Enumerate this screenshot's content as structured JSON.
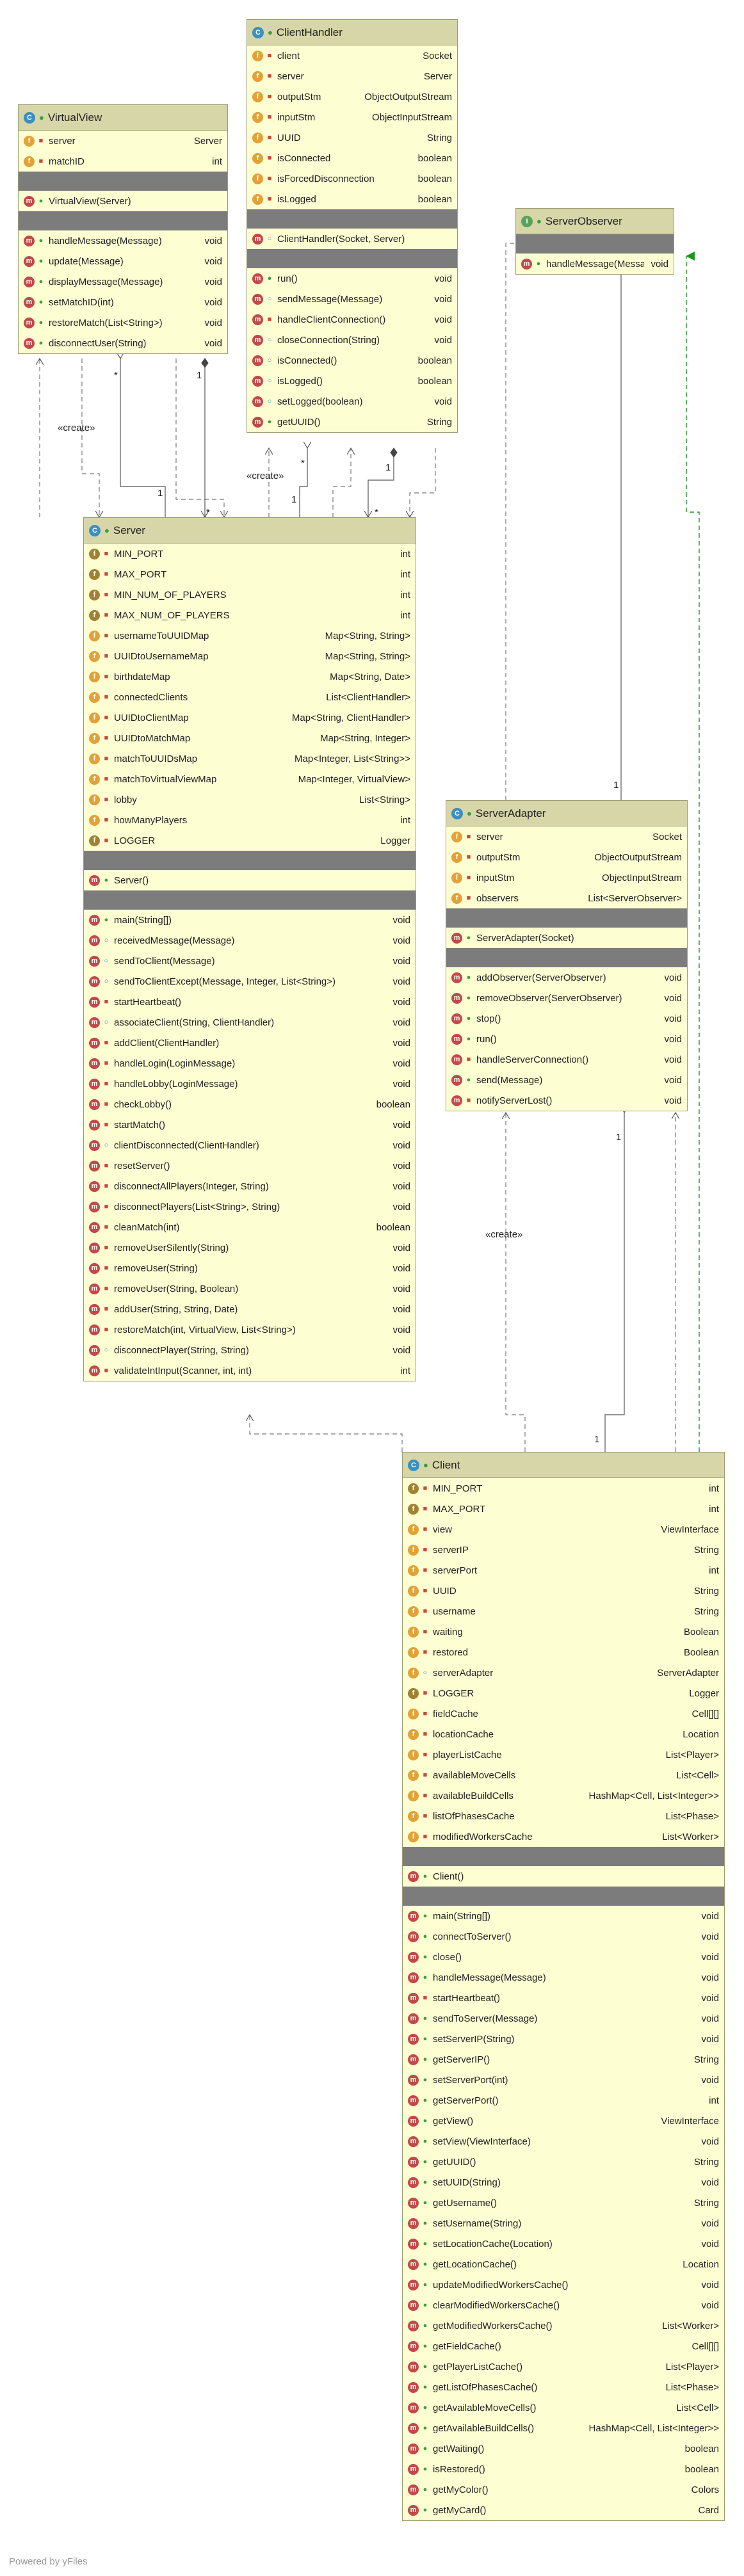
{
  "classes": {
    "client_handler": {
      "name": "ClientHandler",
      "kind": "C",
      "fields": [
        {
          "name": "client",
          "type": "Socket",
          "vis": "priv"
        },
        {
          "name": "server",
          "type": "Server",
          "vis": "priv"
        },
        {
          "name": "outputStm",
          "type": "ObjectOutputStream",
          "vis": "priv"
        },
        {
          "name": "inputStm",
          "type": "ObjectInputStream",
          "vis": "priv"
        },
        {
          "name": "UUID",
          "type": "String",
          "vis": "priv"
        },
        {
          "name": "isConnected",
          "type": "boolean",
          "vis": "priv"
        },
        {
          "name": "isForcedDisconnection",
          "type": "boolean",
          "vis": "priv"
        },
        {
          "name": "isLogged",
          "type": "boolean",
          "vis": "priv"
        }
      ],
      "ctors": [
        {
          "name": "ClientHandler(Socket, Server)",
          "type": "",
          "vis": "pkg"
        }
      ],
      "methods": [
        {
          "name": "run()",
          "type": "void",
          "vis": "pub"
        },
        {
          "name": "sendMessage(Message)",
          "type": "void",
          "vis": "pkg"
        },
        {
          "name": "handleClientConnection()",
          "type": "void",
          "vis": "priv"
        },
        {
          "name": "closeConnection(String)",
          "type": "void",
          "vis": "pkg"
        },
        {
          "name": "isConnected()",
          "type": "boolean",
          "vis": "pkg"
        },
        {
          "name": "isLogged()",
          "type": "boolean",
          "vis": "pkg"
        },
        {
          "name": "setLogged(boolean)",
          "type": "void",
          "vis": "pkg"
        },
        {
          "name": "getUUID()",
          "type": "String",
          "vis": "pub"
        }
      ]
    },
    "virtual_view": {
      "name": "VirtualView",
      "kind": "C",
      "fields": [
        {
          "name": "server",
          "type": "Server",
          "vis": "priv"
        },
        {
          "name": "matchID",
          "type": "int",
          "vis": "priv"
        }
      ],
      "ctors": [
        {
          "name": "VirtualView(Server)",
          "type": "",
          "vis": "pub"
        }
      ],
      "methods": [
        {
          "name": "handleMessage(Message)",
          "type": "void",
          "vis": "pub"
        },
        {
          "name": "update(Message)",
          "type": "void",
          "vis": "pub"
        },
        {
          "name": "displayMessage(Message)",
          "type": "void",
          "vis": "pub"
        },
        {
          "name": "setMatchID(int)",
          "type": "void",
          "vis": "pub"
        },
        {
          "name": "restoreMatch(List<String>)",
          "type": "void",
          "vis": "pub"
        },
        {
          "name": "disconnectUser(String)",
          "type": "void",
          "vis": "pub"
        }
      ]
    },
    "server_observer": {
      "name": "ServerObserver",
      "kind": "I",
      "fields": [],
      "ctors": [],
      "methods": [
        {
          "name": "handleMessage(Message)",
          "type": "void",
          "vis": "pub"
        }
      ]
    },
    "server": {
      "name": "Server",
      "kind": "C",
      "fields": [
        {
          "name": "MIN_PORT",
          "type": "int",
          "vis": "priv",
          "static": true
        },
        {
          "name": "MAX_PORT",
          "type": "int",
          "vis": "priv",
          "static": true
        },
        {
          "name": "MIN_NUM_OF_PLAYERS",
          "type": "int",
          "vis": "priv",
          "static": true
        },
        {
          "name": "MAX_NUM_OF_PLAYERS",
          "type": "int",
          "vis": "priv",
          "static": true
        },
        {
          "name": "usernameToUUIDMap",
          "type": "Map<String, String>",
          "vis": "priv"
        },
        {
          "name": "UUIDtoUsernameMap",
          "type": "Map<String, String>",
          "vis": "priv"
        },
        {
          "name": "birthdateMap",
          "type": "Map<String, Date>",
          "vis": "priv"
        },
        {
          "name": "connectedClients",
          "type": "List<ClientHandler>",
          "vis": "priv"
        },
        {
          "name": "UUIDtoClientMap",
          "type": "Map<String, ClientHandler>",
          "vis": "priv"
        },
        {
          "name": "UUIDtoMatchMap",
          "type": "Map<String, Integer>",
          "vis": "priv"
        },
        {
          "name": "matchToUUIDsMap",
          "type": "Map<Integer, List<String>>",
          "vis": "priv"
        },
        {
          "name": "matchToVirtualViewMap",
          "type": "Map<Integer, VirtualView>",
          "vis": "priv"
        },
        {
          "name": "lobby",
          "type": "List<String>",
          "vis": "priv"
        },
        {
          "name": "howManyPlayers",
          "type": "int",
          "vis": "priv"
        },
        {
          "name": "LOGGER",
          "type": "Logger",
          "vis": "priv",
          "static": true
        }
      ],
      "ctors": [
        {
          "name": "Server()",
          "type": "",
          "vis": "pub"
        }
      ],
      "methods": [
        {
          "name": "main(String[])",
          "type": "void",
          "vis": "pub"
        },
        {
          "name": "receivedMessage(Message)",
          "type": "void",
          "vis": "pkg"
        },
        {
          "name": "sendToClient(Message)",
          "type": "void",
          "vis": "pkg"
        },
        {
          "name": "sendToClientExcept(Message, Integer, List<String>)",
          "type": "void",
          "vis": "pkg"
        },
        {
          "name": "startHeartbeat()",
          "type": "void",
          "vis": "priv"
        },
        {
          "name": "associateClient(String, ClientHandler)",
          "type": "void",
          "vis": "pkg"
        },
        {
          "name": "addClient(ClientHandler)",
          "type": "void",
          "vis": "priv"
        },
        {
          "name": "handleLogin(LoginMessage)",
          "type": "void",
          "vis": "priv"
        },
        {
          "name": "handleLobby(LoginMessage)",
          "type": "void",
          "vis": "priv"
        },
        {
          "name": "checkLobby()",
          "type": "boolean",
          "vis": "priv"
        },
        {
          "name": "startMatch()",
          "type": "void",
          "vis": "priv"
        },
        {
          "name": "clientDisconnected(ClientHandler)",
          "type": "void",
          "vis": "pkg"
        },
        {
          "name": "resetServer()",
          "type": "void",
          "vis": "priv"
        },
        {
          "name": "disconnectAllPlayers(Integer, String)",
          "type": "void",
          "vis": "priv"
        },
        {
          "name": "disconnectPlayers(List<String>, String)",
          "type": "void",
          "vis": "priv"
        },
        {
          "name": "cleanMatch(int)",
          "type": "boolean",
          "vis": "priv"
        },
        {
          "name": "removeUserSilently(String)",
          "type": "void",
          "vis": "priv"
        },
        {
          "name": "removeUser(String)",
          "type": "void",
          "vis": "priv"
        },
        {
          "name": "removeUser(String, Boolean)",
          "type": "void",
          "vis": "priv"
        },
        {
          "name": "addUser(String, String, Date)",
          "type": "void",
          "vis": "priv"
        },
        {
          "name": "restoreMatch(int, VirtualView, List<String>)",
          "type": "void",
          "vis": "priv"
        },
        {
          "name": "disconnectPlayer(String, String)",
          "type": "void",
          "vis": "pkg"
        },
        {
          "name": "validateIntInput(Scanner, int, int)",
          "type": "int",
          "vis": "priv"
        }
      ]
    },
    "server_adapter": {
      "name": "ServerAdapter",
      "kind": "C",
      "fields": [
        {
          "name": "server",
          "type": "Socket",
          "vis": "priv"
        },
        {
          "name": "outputStm",
          "type": "ObjectOutputStream",
          "vis": "priv"
        },
        {
          "name": "inputStm",
          "type": "ObjectInputStream",
          "vis": "priv"
        },
        {
          "name": "observers",
          "type": "List<ServerObserver>",
          "vis": "priv"
        }
      ],
      "ctors": [
        {
          "name": "ServerAdapter(Socket)",
          "type": "",
          "vis": "pub"
        }
      ],
      "methods": [
        {
          "name": "addObserver(ServerObserver)",
          "type": "void",
          "vis": "pub"
        },
        {
          "name": "removeObserver(ServerObserver)",
          "type": "void",
          "vis": "pub"
        },
        {
          "name": "stop()",
          "type": "void",
          "vis": "pub"
        },
        {
          "name": "run()",
          "type": "void",
          "vis": "pub"
        },
        {
          "name": "handleServerConnection()",
          "type": "void",
          "vis": "priv"
        },
        {
          "name": "send(Message)",
          "type": "void",
          "vis": "pub"
        },
        {
          "name": "notifyServerLost()",
          "type": "void",
          "vis": "priv"
        }
      ]
    },
    "client": {
      "name": "Client",
      "kind": "C",
      "fields": [
        {
          "name": "MIN_PORT",
          "type": "int",
          "vis": "priv",
          "static": true
        },
        {
          "name": "MAX_PORT",
          "type": "int",
          "vis": "priv",
          "static": true
        },
        {
          "name": "view",
          "type": "ViewInterface",
          "vis": "priv"
        },
        {
          "name": "serverIP",
          "type": "String",
          "vis": "priv"
        },
        {
          "name": "serverPort",
          "type": "int",
          "vis": "priv"
        },
        {
          "name": "UUID",
          "type": "String",
          "vis": "priv"
        },
        {
          "name": "username",
          "type": "String",
          "vis": "priv"
        },
        {
          "name": "waiting",
          "type": "Boolean",
          "vis": "priv"
        },
        {
          "name": "restored",
          "type": "Boolean",
          "vis": "priv"
        },
        {
          "name": "serverAdapter",
          "type": "ServerAdapter",
          "vis": "pkg"
        },
        {
          "name": "LOGGER",
          "type": "Logger",
          "vis": "priv",
          "static": true
        },
        {
          "name": "fieldCache",
          "type": "Cell[][]",
          "vis": "priv"
        },
        {
          "name": "locationCache",
          "type": "Location",
          "vis": "priv"
        },
        {
          "name": "playerListCache",
          "type": "List<Player>",
          "vis": "priv"
        },
        {
          "name": "availableMoveCells",
          "type": "List<Cell>",
          "vis": "priv"
        },
        {
          "name": "availableBuildCells",
          "type": "HashMap<Cell, List<Integer>>",
          "vis": "priv"
        },
        {
          "name": "listOfPhasesCache",
          "type": "List<Phase>",
          "vis": "priv"
        },
        {
          "name": "modifiedWorkersCache",
          "type": "List<Worker>",
          "vis": "priv"
        }
      ],
      "ctors": [
        {
          "name": "Client()",
          "type": "",
          "vis": "pub"
        }
      ],
      "methods": [
        {
          "name": "main(String[])",
          "type": "void",
          "vis": "pub"
        },
        {
          "name": "connectToServer()",
          "type": "void",
          "vis": "pub"
        },
        {
          "name": "close()",
          "type": "void",
          "vis": "pub"
        },
        {
          "name": "handleMessage(Message)",
          "type": "void",
          "vis": "pub"
        },
        {
          "name": "startHeartbeat()",
          "type": "void",
          "vis": "priv"
        },
        {
          "name": "sendToServer(Message)",
          "type": "void",
          "vis": "pub"
        },
        {
          "name": "setServerIP(String)",
          "type": "void",
          "vis": "pub"
        },
        {
          "name": "getServerIP()",
          "type": "String",
          "vis": "pub"
        },
        {
          "name": "setServerPort(int)",
          "type": "void",
          "vis": "pub"
        },
        {
          "name": "getServerPort()",
          "type": "int",
          "vis": "pub"
        },
        {
          "name": "getView()",
          "type": "ViewInterface",
          "vis": "pub"
        },
        {
          "name": "setView(ViewInterface)",
          "type": "void",
          "vis": "pub"
        },
        {
          "name": "getUUID()",
          "type": "String",
          "vis": "pub"
        },
        {
          "name": "setUUID(String)",
          "type": "void",
          "vis": "pub"
        },
        {
          "name": "getUsername()",
          "type": "String",
          "vis": "pub"
        },
        {
          "name": "setUsername(String)",
          "type": "void",
          "vis": "pub"
        },
        {
          "name": "setLocationCache(Location)",
          "type": "void",
          "vis": "pub"
        },
        {
          "name": "getLocationCache()",
          "type": "Location",
          "vis": "pub"
        },
        {
          "name": "updateModifiedWorkersCache()",
          "type": "void",
          "vis": "pub"
        },
        {
          "name": "clearModifiedWorkersCache()",
          "type": "void",
          "vis": "pub"
        },
        {
          "name": "getModifiedWorkersCache()",
          "type": "List<Worker>",
          "vis": "pub"
        },
        {
          "name": "getFieldCache()",
          "type": "Cell[][]",
          "vis": "pub"
        },
        {
          "name": "getPlayerListCache()",
          "type": "List<Player>",
          "vis": "pub"
        },
        {
          "name": "getListOfPhasesCache()",
          "type": "List<Phase>",
          "vis": "pub"
        },
        {
          "name": "getAvailableMoveCells()",
          "type": "List<Cell>",
          "vis": "pub"
        },
        {
          "name": "getAvailableBuildCells()",
          "type": "HashMap<Cell, List<Integer>>",
          "vis": "pub"
        },
        {
          "name": "getWaiting()",
          "type": "boolean",
          "vis": "pub"
        },
        {
          "name": "isRestored()",
          "type": "boolean",
          "vis": "pub"
        },
        {
          "name": "getMyColor()",
          "type": "Colors",
          "vis": "pub"
        },
        {
          "name": "getMyCard()",
          "type": "Card",
          "vis": "pub"
        }
      ]
    }
  },
  "edge_labels": {
    "create_left": "«create»",
    "create_mid": "«create»",
    "create_right": "«create»",
    "one_a": "1",
    "one_b": "1",
    "one_c": "1",
    "one_d": "1",
    "one_e": "1",
    "one_f": "1",
    "one_g": "1",
    "star_a": "*",
    "star_b": "*",
    "star_c": "*",
    "star_d": "*",
    "star_e": "*"
  },
  "footer": "Powered by yFiles"
}
